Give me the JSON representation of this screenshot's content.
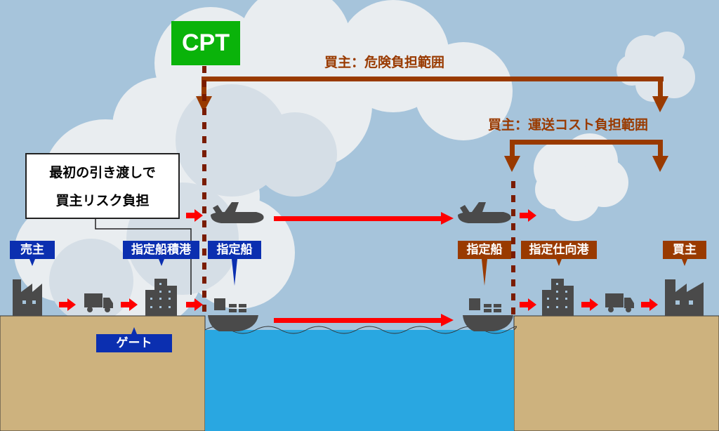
{
  "incoterm": {
    "code": "CPT",
    "color": "#0ab30a"
  },
  "ranges": {
    "risk": {
      "label": "買主：危険負担範囲"
    },
    "cost": {
      "label": "買主：運送コスト負担範囲"
    },
    "color": "#993a00"
  },
  "callout": {
    "line1": "最初の引き渡しで",
    "line2": "買主リスク負担"
  },
  "seller_side": {
    "seller_label": "売主",
    "loading_port_label": "指定船積港",
    "gate_label": "ゲート",
    "vessel_label": "指定船",
    "tag_color": "#0b2fb0"
  },
  "buyer_side": {
    "vessel_label": "指定船",
    "destination_port_label": "指定仕向港",
    "buyer_label": "買主",
    "tag_color": "#993a00"
  },
  "icons": [
    "factory-icon",
    "truck-icon",
    "building-icon",
    "ship-icon",
    "airplane-icon",
    "arrow-right-icon"
  ]
}
